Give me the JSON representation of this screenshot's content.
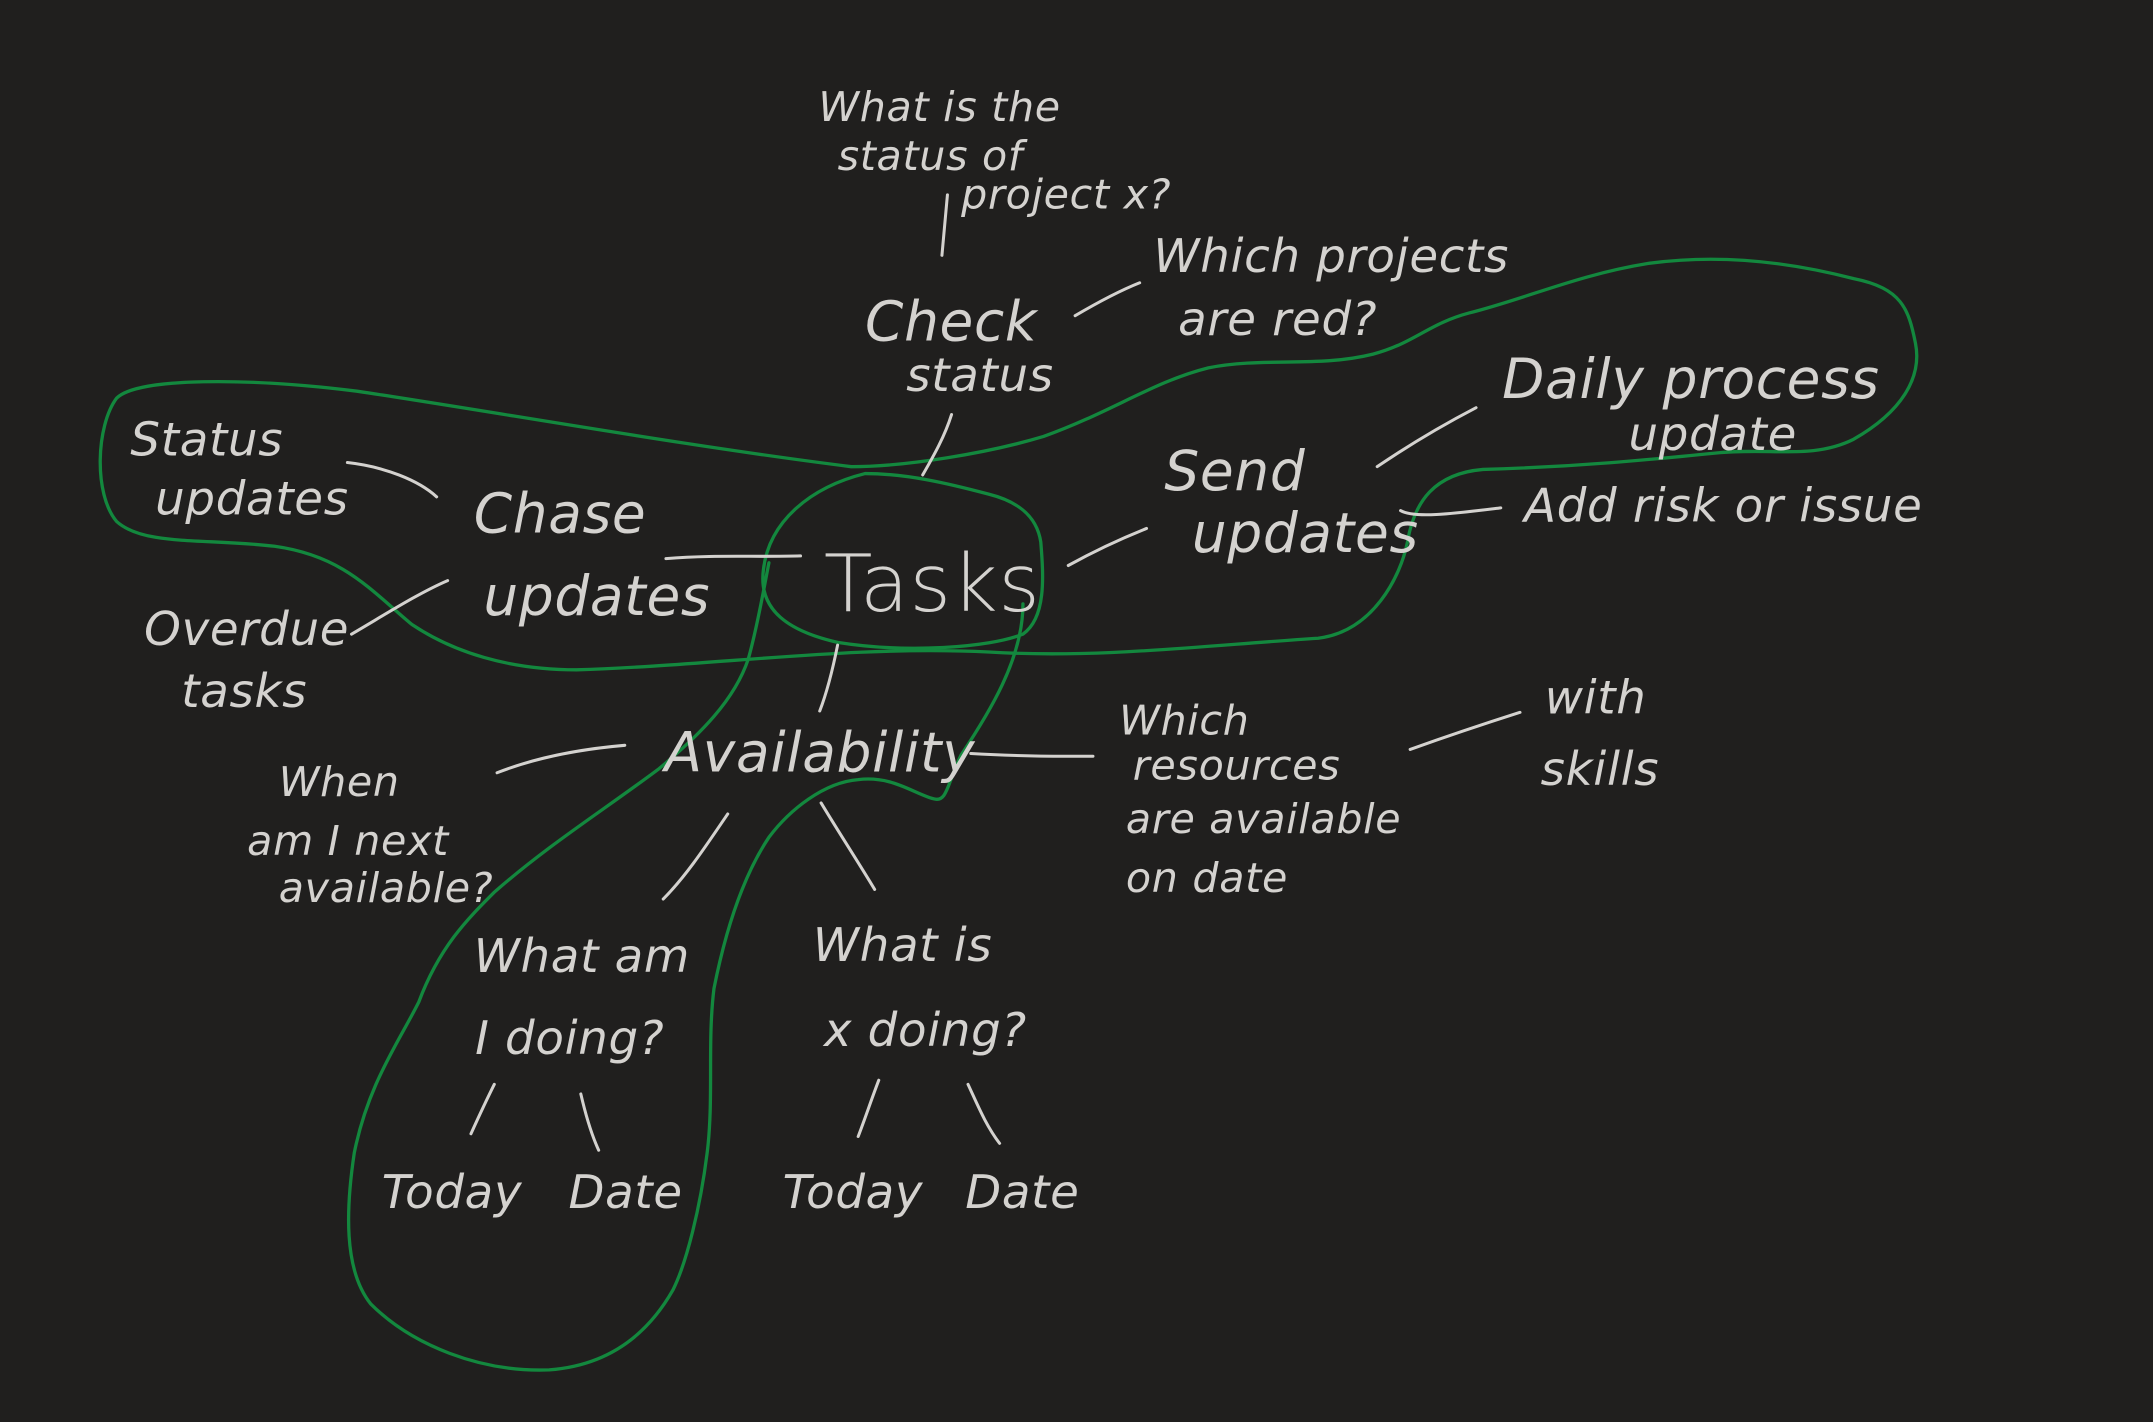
{
  "canvas": {
    "background": "#201f1e",
    "ink_color": "#d4d2cf",
    "highlight_color": "#13883e"
  },
  "center": {
    "label": "Tasks"
  },
  "branches": {
    "check_status": {
      "label_line1": "Check",
      "label_line2": "status",
      "children": {
        "project_status": {
          "line1": "What is the",
          "line2": "status of",
          "line3": "project x?"
        },
        "red_projects": {
          "line1": "Which projects",
          "line2": "are red?"
        }
      }
    },
    "send_updates": {
      "label_line1": "Send",
      "label_line2": "updates",
      "children": {
        "daily_process": {
          "line1": "Daily process",
          "line2": "update"
        },
        "add_risk": {
          "line1": "Add risk or issue"
        }
      }
    },
    "chase_updates": {
      "label_line1": "Chase",
      "label_line2": "updates",
      "children": {
        "status_updates": {
          "line1": "Status",
          "line2": "updates"
        },
        "overdue_tasks": {
          "line1": "Overdue",
          "line2": "tasks"
        }
      }
    },
    "availability": {
      "label": "Availability",
      "children": {
        "when_next": {
          "line1": "When",
          "line2": "am I next",
          "line3": "available?"
        },
        "which_resources": {
          "line1": "Which",
          "line2": "resources",
          "line3": "are available",
          "line4": "on date"
        },
        "with_skills": {
          "line1": "with",
          "line2": "skills"
        },
        "what_am_i_doing": {
          "line1": "What am",
          "line2": "I doing?",
          "children": {
            "today": "Today",
            "date": "Date"
          }
        },
        "what_is_x_doing": {
          "line1": "What is",
          "line2": "x doing?",
          "children": {
            "today": "Today",
            "date": "Date"
          }
        }
      }
    }
  }
}
